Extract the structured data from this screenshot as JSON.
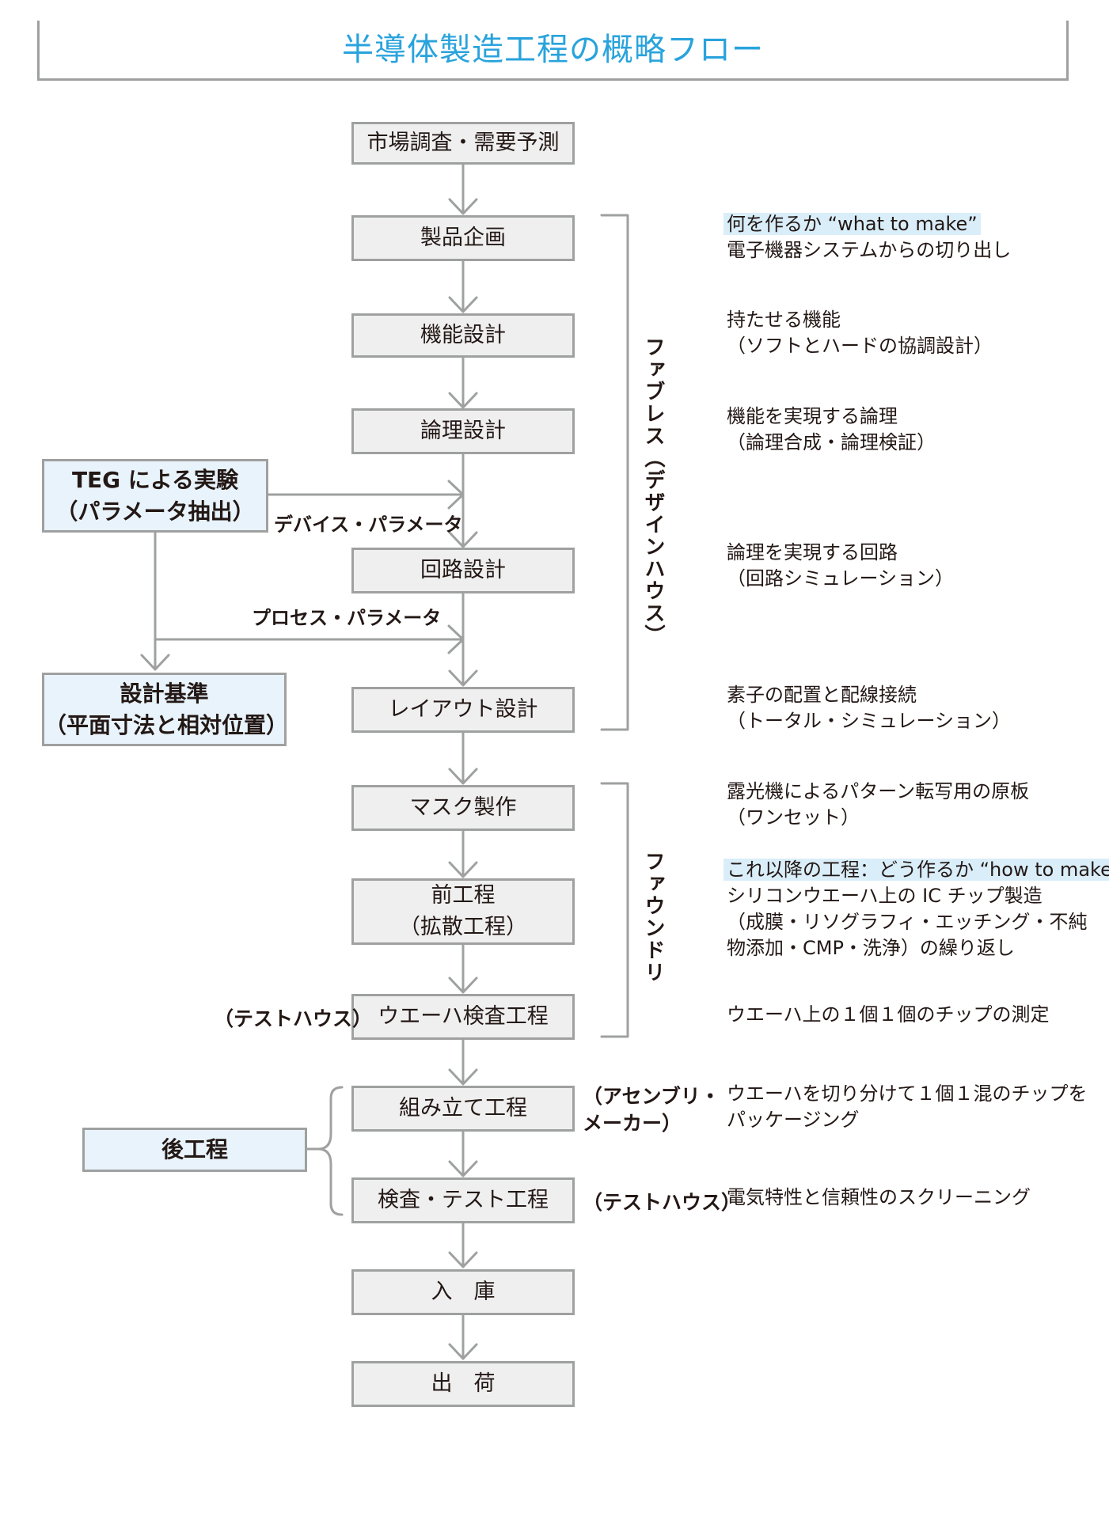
{
  "title": "半導体製造工程の概略フロー",
  "steps": {
    "s1": "市場調査・需要予測",
    "s2": "製品企画",
    "s3": "機能設計",
    "s4": "論理設計",
    "s5": "回路設計",
    "s6": "レイアウト設計",
    "s7": "マスク製作",
    "s8_l1": "前工程",
    "s8_l2": "（拡散工程）",
    "s9": "ウエーハ検査工程",
    "s10": "組み立て工程",
    "s11": "検査・テスト工程",
    "s12": "入　庫",
    "s13": "出　荷"
  },
  "side_boxes": {
    "teg_l1": "TEG による実験",
    "teg_l2": "（パラメータ抽出）",
    "design_l1": "設計基準",
    "design_l2": "（平面寸法と相対位置）",
    "back_process": "後工程"
  },
  "arrow_labels": {
    "device_param": "デバイス・パラメータ",
    "process_param": "プロセス・パラメータ"
  },
  "groups": {
    "fabless": "ファブレス（デザインハウス）",
    "foundry": "ファウンドリ",
    "test_house_1": "（テストハウス）",
    "assembly_l1": "（アセンブリ・",
    "assembly_l2": "メーカー）",
    "test_house_2": "（テストハウス）"
  },
  "notes": {
    "n2_l1": "何を作るか “what to make”",
    "n2_l2": "電子機器システムからの切り出し",
    "n3_l1": "持たせる機能",
    "n3_l2": "（ソフトとハードの協調設計）",
    "n4_l1": "機能を実現する論理",
    "n4_l2": "（論理合成・論理検証）",
    "n5_l1": "論理を実現する回路",
    "n5_l2": "（回路シミュレーション）",
    "n6_l1": "素子の配置と配線接続",
    "n6_l2": "（トータル・シミュレーション）",
    "n7_l1": "露光機によるパターン転写用の原板",
    "n7_l2": "（ワンセット）",
    "n8_l1": "これ以降の工程：どう作るか “how to make”",
    "n8_l2": "シリコンウエーハ上の IC チップ製造",
    "n8_l3": "（成膜・リソグラフィ・エッチング・不純",
    "n8_l4": "物添加・CMP・洗浄）の繰り返し",
    "n9": "ウエーハ上の１個１個のチップの測定",
    "n10_l1": "ウエーハを切り分けて１個１混のチップを",
    "n10_l2": "パッケージング",
    "n11": "電気特性と信頼性のスクリーニング"
  }
}
